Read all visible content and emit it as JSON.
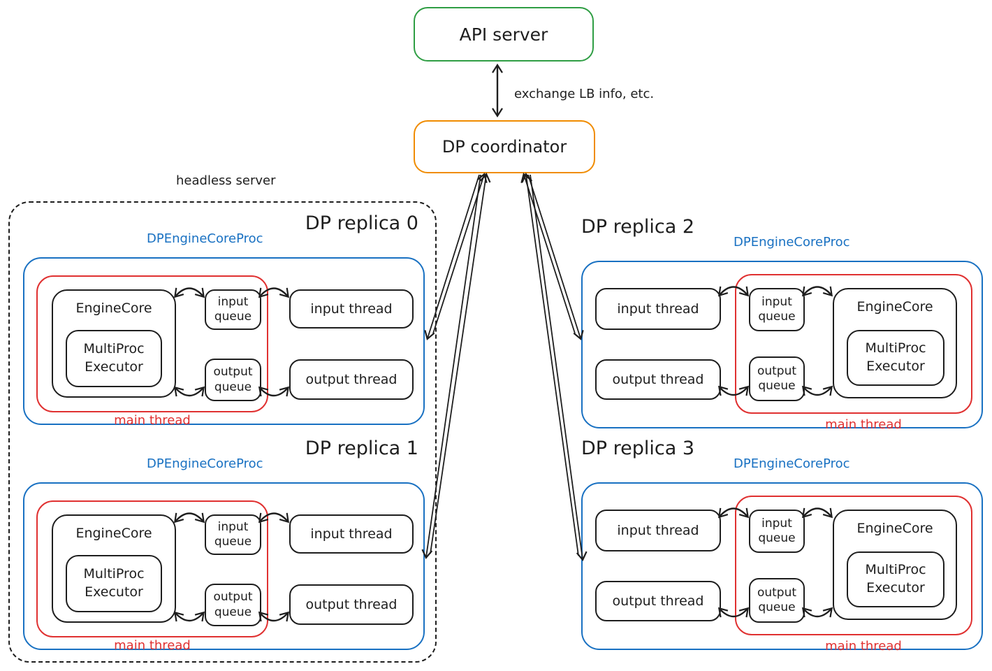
{
  "top": {
    "api_server": "API server",
    "dp_coordinator": "DP coordinator",
    "exchange_label": "exchange LB info, etc."
  },
  "headless_server_label": "headless server",
  "replica_labels": {
    "proc": "DPEngineCoreProc",
    "engine_core": "EngineCore",
    "multiproc_line1": "MultiProc",
    "multiproc_line2": "Executor",
    "input_queue": "input queue",
    "output_queue": "output queue",
    "input_thread": "input thread",
    "output_thread": "output thread",
    "main_thread": "main thread"
  },
  "replicas": [
    {
      "title": "DP replica 0"
    },
    {
      "title": "DP replica 1"
    },
    {
      "title": "DP replica 2"
    },
    {
      "title": "DP replica 3"
    }
  ],
  "colors": {
    "api_green": "#2f9e44",
    "coordinator_orange": "#f08c00",
    "proc_blue": "#1971c2",
    "main_thread_red": "#e03131",
    "ink": "#1e1e1e"
  }
}
